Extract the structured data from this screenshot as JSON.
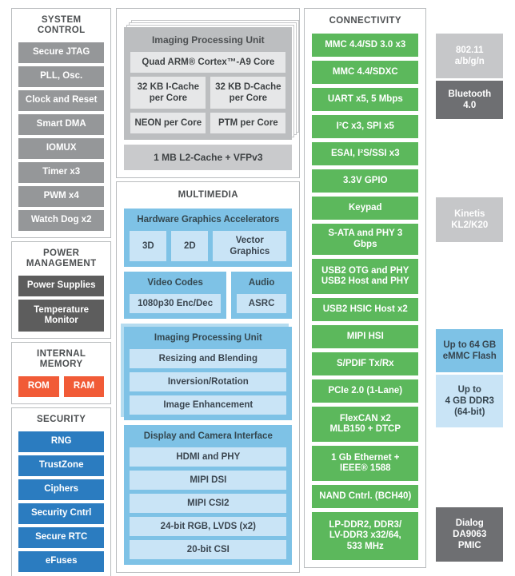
{
  "left_column": {
    "system_control": {
      "title": "SYSTEM CONTROL",
      "items": [
        "Secure JTAG",
        "PLL, Osc.",
        "Clock and Reset",
        "Smart DMA",
        "IOMUX",
        "Timer x3",
        "PWM x4",
        "Watch Dog x2"
      ],
      "color": "#959799"
    },
    "power_management": {
      "title": "POWER MANAGEMENT",
      "items": [
        "Power Supplies",
        "Temperature Monitor"
      ],
      "color": "#5d5d5d"
    },
    "internal_memory": {
      "title": "INTERNAL MEMORY",
      "items": [
        "ROM",
        "RAM"
      ],
      "color": "#f15b37"
    },
    "security": {
      "title": "SECURITY",
      "items": [
        "RNG",
        "TrustZone",
        "Ciphers",
        "Security Cntrl",
        "Secure RTC",
        "eFuses"
      ],
      "color": "#2b7cc0"
    }
  },
  "center_column": {
    "cpu": {
      "title": "Imaging Processing Unit",
      "core": "Quad ARM® Cortex™-A9 Core",
      "caches": [
        "32 KB I-Cache per Core",
        "32 KB D-Cache per Core"
      ],
      "units": [
        "NEON per Core",
        "PTM per Core"
      ],
      "l2": "1 MB L2-Cache + VFPv3",
      "color": "#bcbec0"
    },
    "multimedia": {
      "title": "MULTIMEDIA",
      "graphics": {
        "title": "Hardware Graphics Accelerators",
        "items": [
          "3D",
          "2D",
          "Vector Graphics"
        ]
      },
      "video": {
        "title": "Video Codes",
        "items": [
          "1080p30 Enc/Dec"
        ]
      },
      "audio": {
        "title": "Audio",
        "items": [
          "ASRC"
        ]
      },
      "ipu": {
        "title": "Imaging Processing Unit",
        "items": [
          "Resizing and Blending",
          "Inversion/Rotation",
          "Image Enhancement"
        ]
      },
      "display": {
        "title": "Display and Camera Interface",
        "items": [
          "HDMI and PHY",
          "MIPI DSI",
          "MIPI CSI2",
          "24-bit RGB, LVDS (x2)",
          "20-bit CSI"
        ]
      },
      "color": "#7ec2e6"
    }
  },
  "connectivity": {
    "title": "CONNECTIVITY",
    "color": "#5cb85c",
    "items": [
      "MMC 4.4/SD 3.0 x3",
      "MMC 4.4/SDXC",
      "UART x5, 5 Mbps",
      "I²C x3, SPI x5",
      "ESAI, I²S/SSI x3",
      "3.3V GPIO",
      "Keypad",
      "S-ATA and PHY 3 Gbps",
      "USB2 OTG and PHY\nUSB2 Host and PHY",
      "USB2 HSIC Host x2",
      "MIPI HSI",
      "S/PDIF Tx/Rx",
      "PCIe 2.0 (1-Lane)",
      "FlexCAN x2\nMLB150 + DTCP",
      "1 Gb Ethernet +\nIEEE® 1588",
      "NAND Cntrl. (BCH40)",
      "LP-DDR2, DDR3/\nLV-DDR3 x32/64,\n533 MHz"
    ]
  },
  "external": [
    {
      "label": "802.11\na/b/g/n",
      "style": "light"
    },
    {
      "label": "Bluetooth\n4.0",
      "style": "dark"
    },
    {
      "label": "Kinetis\nKL2/K20",
      "style": "light"
    },
    {
      "label": "Up to 64 GB\neMMC Flash",
      "style": "sky"
    },
    {
      "label": "Up to\n4 GB DDR3\n(64-bit)",
      "style": "skyl"
    },
    {
      "label": "Dialog\nDA9063\nPMIC",
      "style": "dark"
    }
  ]
}
